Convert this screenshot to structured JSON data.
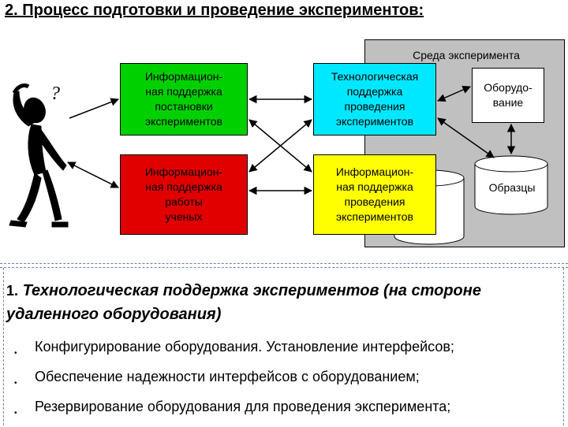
{
  "title": "2. Процесс подготовки и проведение экспериментов:",
  "environment": {
    "label": "Среда эксперимента"
  },
  "boxes": {
    "green": {
      "lines": [
        "Информацион-",
        "ная поддержка",
        "постановки",
        "экспериментов"
      ],
      "color": "#00d000"
    },
    "cyan": {
      "lines": [
        "Технологическая",
        "поддержка",
        "проведения",
        "экспериментов"
      ],
      "color": "#00e8ff"
    },
    "red": {
      "lines": [
        "Информацион-",
        "ная поддержка",
        "работы",
        "ученых"
      ],
      "color": "#e00000"
    },
    "yellow": {
      "lines": [
        "Информацион-",
        "ная поддержка",
        "проведения",
        "экспериментов"
      ],
      "color": "#ffff00"
    },
    "equipment": {
      "lines": [
        "Оборудо-",
        "вание"
      ]
    }
  },
  "samples": {
    "label": "Образцы"
  },
  "figure": {
    "question_mark": "?"
  },
  "section": {
    "number": "1.",
    "text": "Технологическая поддержка экспериментов (на стороне удаленного оборудования)"
  },
  "bullets": [
    "Конфигурирование оборудования. Установление интерфейсов;",
    "Обеспечение надежности интерфейсов с оборудованием;",
    "Резервирование оборудования для проведения эксперимента;"
  ],
  "bullet_glyph": "•"
}
